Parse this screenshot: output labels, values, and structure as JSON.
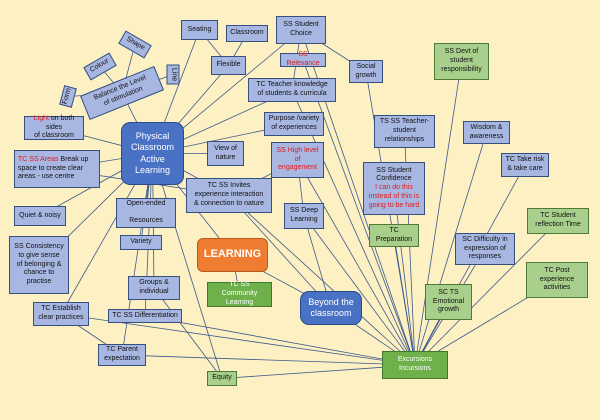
{
  "nodes": {
    "seating": "Seating",
    "classroom": "Classroom",
    "flexible": "Flexible",
    "ss_student_choice": "SS Student\nChoice",
    "ss_relevance": "SS Relevance",
    "social_growth": "Social\ngrowth",
    "ss_devt": "SS Devt of\nstudent\nresponsibility",
    "shape": "Shape",
    "colour": "Colour",
    "line": "Line",
    "form": "Form",
    "balance": "Balance the Level\nof stimulation",
    "light_red": "Light",
    "light_rest": " on both sides\nof classroom",
    "physical_classroom": "Physical\nClassroom\nActive\nLearning",
    "tc_teacher_knowledge": "TC Teacher knowledge\nof students & curricula",
    "purpose_variety": "Purpose /variety\nof experiences",
    "ts_ss_teacher": "TS SS Teacher-\nstudent\nrelationships",
    "wisdom": "Wisdom &\nawareness",
    "tc_take_risk": "TC Take risk\n& take care",
    "view_nature": "View of\nnature",
    "ss_high_level": "SS High level\nof\nengagement",
    "tc_ss_areas_red": "TC SS Areas",
    "tc_ss_areas_rest": " Break up\nspace to create clear\nareas - use centre",
    "tc_ss_invites": "TC SS      Invites\nexperience interaction\n& connection to nature",
    "ss_confidence": "SS Student\nConfidence",
    "ss_confidence_red": "I can do this\ninstead of this is\ngoing to be hard",
    "quiet_noisy": "Quiet & noisy",
    "open_ended": "Open-ended\n\nResources",
    "ss_deep": "SS Deep\nLearning",
    "tc_prep": "TC\nPreparation",
    "tc_student_reflection": "TC Student\nreflection Time",
    "variety": "Variety",
    "ss_consistency": "SS Consistency\nto give sense\nof belonging &\nchance to\npractise",
    "learning": "LEARNING",
    "sc_difficulty": "SC Difficulty in\nexpression of\nresponses",
    "tc_post": "TC Post\nexperience\nactivities",
    "groups": "Groups &\nindividual",
    "tc_ss_community": "TC SS Community\nLearning",
    "beyond": "Beyond the\nclassroom",
    "sc_ts_emotional": "SC TS\nEmotional\ngrowth",
    "tc_establish": "TC Establish\nclear practices",
    "tc_ss_diff": "TC SS Differentiation",
    "tc_parent": "TC Parent\nexpectation",
    "equity": "Equity",
    "excursions": "Excursions\nIncursions"
  },
  "colors": {
    "background": "#fdf0c3",
    "blue_node": "#a7b7e2",
    "green_node": "#a9cf8c",
    "hub_blue": "#4a72c4",
    "hub_orange": "#ee7d31",
    "hub_green": "#6eb04a",
    "red_text": "#e01b1b",
    "edge": "#3b5a8c"
  }
}
